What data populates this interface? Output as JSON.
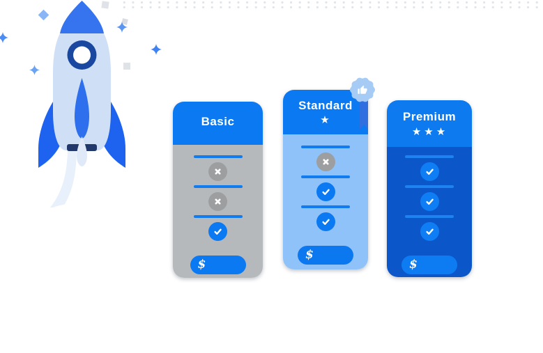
{
  "scene": {
    "description_label": "Pricing plans illustration with launching rocket",
    "background": "#ffffff"
  },
  "pricing": {
    "cards": [
      {
        "id": "basic",
        "title": "Basic",
        "stars": 0,
        "features": [
          "excluded",
          "excluded",
          "included"
        ],
        "price_symbol": "$",
        "colors": {
          "header": "#0b79f2",
          "body": "#b6b9bc",
          "line": "#117bf0",
          "pill": "#0b79f2",
          "included": "#0b79f2",
          "excluded": "#9c9ea0"
        }
      },
      {
        "id": "standard",
        "title": "Standard",
        "stars": 1,
        "badge": "thumbs-up-award-badge",
        "features": [
          "excluded",
          "included",
          "included"
        ],
        "price_symbol": "$",
        "colors": {
          "header": "#0b79f2",
          "body": "#8fc2f8",
          "line": "#117bf0",
          "pill": "#0c78f0",
          "included": "#0b79f2",
          "excluded": "#9c9ea0"
        }
      },
      {
        "id": "premium",
        "title": "Premium",
        "stars": 3,
        "features": [
          "included",
          "included",
          "included"
        ],
        "price_symbol": "$",
        "colors": {
          "header": "#0d7af0",
          "body": "#0b57c9",
          "line": "#1e82f0",
          "pill": "#0d7cf2",
          "included": "#0f7ef5",
          "excluded": "#9c9ea0"
        }
      }
    ],
    "feature_icon_names": {
      "included": "check-icon",
      "excluded": "cross-icon"
    },
    "star_glyph": "★"
  },
  "illustration": {
    "rocket": {
      "name": "rocket",
      "colors": {
        "body": "#cfe0f6",
        "nose": "#3674ef",
        "window_ring": "#1a47a0",
        "window_center": "#ffffff",
        "fins": "#1e62f0",
        "center_fin": "#2e6fed",
        "base_bar": "#20386b",
        "flame": "#dfe9f8",
        "exhaust": "#ffffff",
        "cloud": "#ffffff"
      }
    },
    "badge": {
      "icon": "thumbs-up-icon",
      "scallop_color": "#a6cbf4",
      "ribbon_color": "#2f6fe0",
      "thumb_color": "#ffffff"
    },
    "decorations": {
      "sparkle_blues": [
        "#4c8cf5",
        "#5b95f2",
        "#3f82f4",
        "#6aa2f4",
        "#8ab6f5"
      ],
      "square_gray": "#dfe2e6",
      "white_shapes": "#ffffff",
      "top_dots": "#dce0e7"
    }
  }
}
